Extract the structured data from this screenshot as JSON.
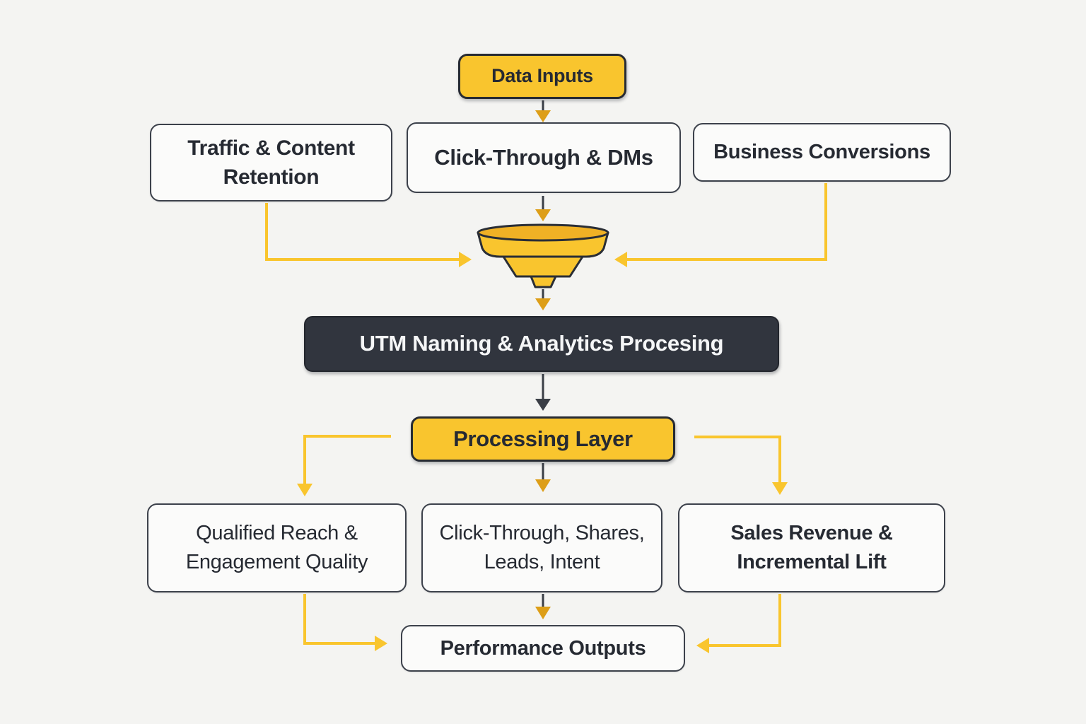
{
  "colors": {
    "background": "#f4f4f2",
    "yellow": "#f9c52e",
    "yellow_deep": "#dd9e18",
    "dark": "#31353e",
    "box_bg": "#fbfbfa",
    "box_border": "#3c414b",
    "text_dark": "#262a32",
    "text_light": "#f5f6f7"
  },
  "icons": {
    "funnel": "funnel-icon"
  },
  "nodes": {
    "data_inputs": {
      "label": "Data Inputs"
    },
    "traffic_retention": {
      "label": "Traffic & Content Retention"
    },
    "click_through_dms": {
      "label": "Click-Through & DMs"
    },
    "business_conversions": {
      "label": "Business Conversions"
    },
    "utm_processing": {
      "label": "UTM Naming & Analytics Procesing"
    },
    "processing_layer": {
      "label": "Processing Layer"
    },
    "qualified_reach": {
      "label": "Qualified Reach & Engagement Quality"
    },
    "click_through_shares": {
      "label": "Click-Through, Shares, Leads, Intent"
    },
    "sales_revenue": {
      "label": "Sales Revenue & Incremental Lift"
    },
    "performance_outputs": {
      "label": "Performance Outputs"
    }
  }
}
